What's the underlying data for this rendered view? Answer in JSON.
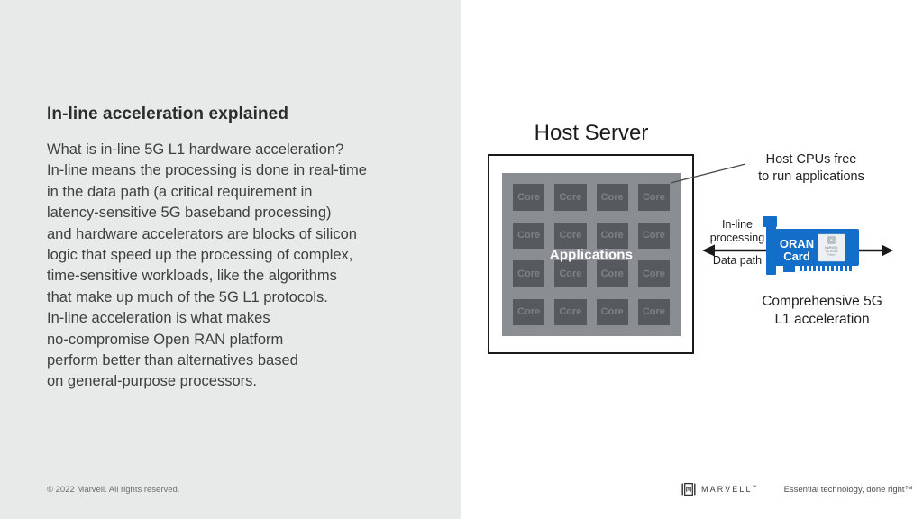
{
  "colors": {
    "left_bg": "#e8eae9",
    "panel_gray": "#8a8e92",
    "core_gray": "#56595d",
    "card_blue": "#126ec8",
    "line_dark": "#1a1a1a"
  },
  "left_panel": {
    "title": "In-line acceleration explained",
    "body": "What is in-line 5G L1 hardware acceleration?\nIn-line means the processing is done in real-time\nin the data path (a critical requirement in\nlatency-sensitive 5G baseband processing)\nand hardware accelerators are blocks of silicon\nlogic that speed up the processing of complex,\ntime-sensitive workloads, like the algorithms\nthat make up much of the 5G L1 protocols.\nIn-line acceleration is what makes\nno-compromise Open RAN platform\nperform better than alternatives based\non general-purpose processors.",
    "copyright": "© 2022 Marvell. All rights reserved."
  },
  "diagram": {
    "host_server": {
      "title": "Host Server",
      "core_label": "Core",
      "core_count": 16,
      "grid": "4x4",
      "applications_label": "Applications"
    },
    "callout": "Host CPUs free\nto run applications",
    "inline_processing_label": "In-line\nprocessing",
    "data_path_label": "Data path",
    "card": {
      "label_line1": "ORAN",
      "label_line2": "Card",
      "chip_line1": "MARVELL",
      "chip_line2": "OCTEON",
      "chip_line3": "Fusion"
    },
    "caption": "Comprehensive 5G\nL1 acceleration"
  },
  "footer": {
    "brand": "MARVELL",
    "brand_mark": "™",
    "tagline": "Essential technology, done right™"
  }
}
